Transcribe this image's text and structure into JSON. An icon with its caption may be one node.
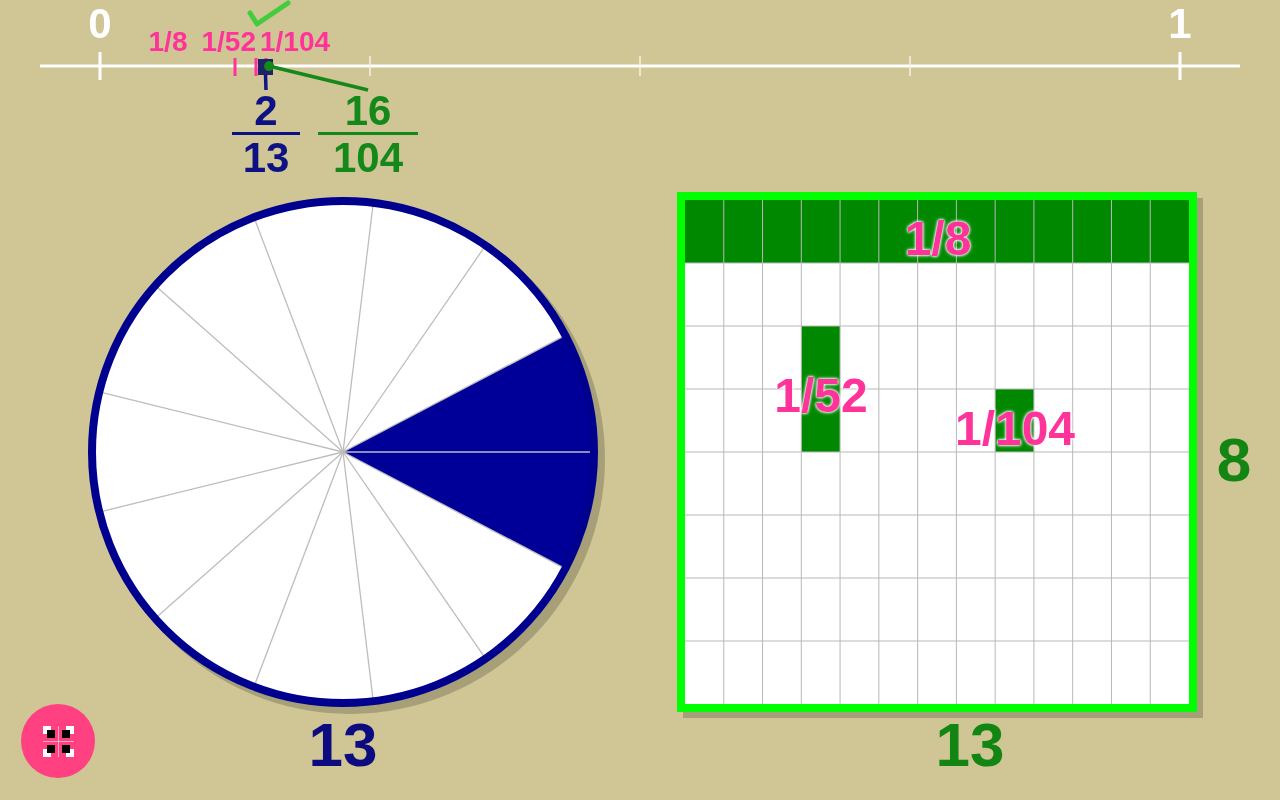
{
  "diagram": {
    "nodes": [
      {
        "text": [],
        "shape": "box"
      },
      {
        "text": [
          "2",
          "13"
        ]
      },
      {
        "text": [
          "16",
          "104"
        ]
      },
      {
        "text": [],
        "shape": "circle",
        "beside": [
          "13"
        ]
      },
      {
        "text": [
          "1/8",
          "1/52",
          "1/104"
        ],
        "beside": [
          "8",
          "13"
        ]
      }
    ],
    "edges": [
      {
        "from": 1,
        "to": 0,
        "arrow": "none",
        "color": "#10168a"
      },
      {
        "from": 2,
        "to": 0,
        "arrow": "other",
        "color": "#14891a"
      }
    ],
    "labels": [
      "0",
      "1",
      "1/8",
      "1/52",
      "1/104"
    ]
  }
}
